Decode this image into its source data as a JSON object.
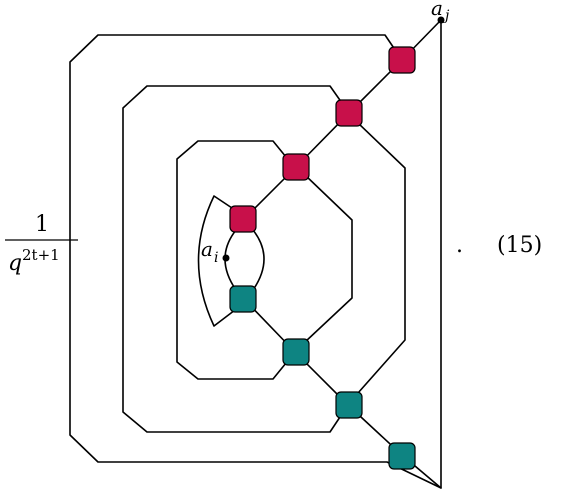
{
  "equation": {
    "prefactor_numerator": "1",
    "prefactor_denominator_base": "q",
    "prefactor_denominator_exponent": "2t+1",
    "trailing_period": ".",
    "equation_number": "(15)"
  },
  "labels": {
    "top_vertex_base": "a",
    "top_vertex_subscript": "j",
    "inner_vertex_base": "a",
    "inner_vertex_subscript": "i"
  },
  "colors": {
    "upper_node": "#c8104a",
    "lower_node": "#0e8482",
    "stroke": "#000000"
  },
  "node_counts": {
    "upper_chain": 4,
    "lower_chain": 4
  }
}
